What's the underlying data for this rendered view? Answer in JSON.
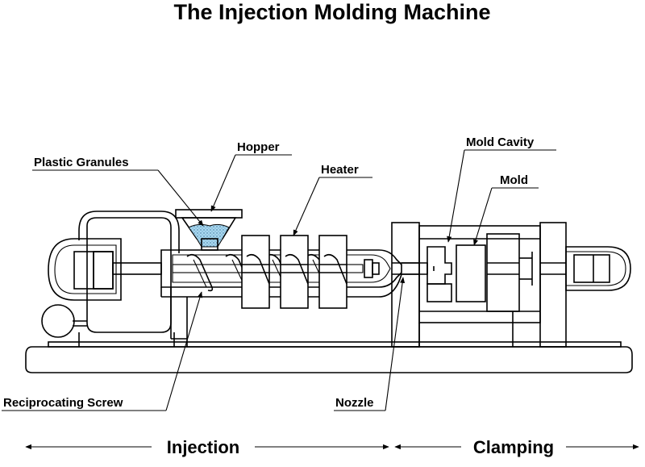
{
  "title": "The Injection Molding Machine",
  "labels": {
    "hopper": "Hopper",
    "plastic_granules": "Plastic Granules",
    "heater": "Heater",
    "mold_cavity": "Mold Cavity",
    "mold": "Mold",
    "reciprocating_screw": "Reciprocating Screw",
    "nozzle": "Nozzle"
  },
  "sections": {
    "injection": "Injection",
    "clamping": "Clamping"
  },
  "colors": {
    "line": "#000000",
    "granules": "#a9d8ef",
    "background": "#ffffff"
  }
}
